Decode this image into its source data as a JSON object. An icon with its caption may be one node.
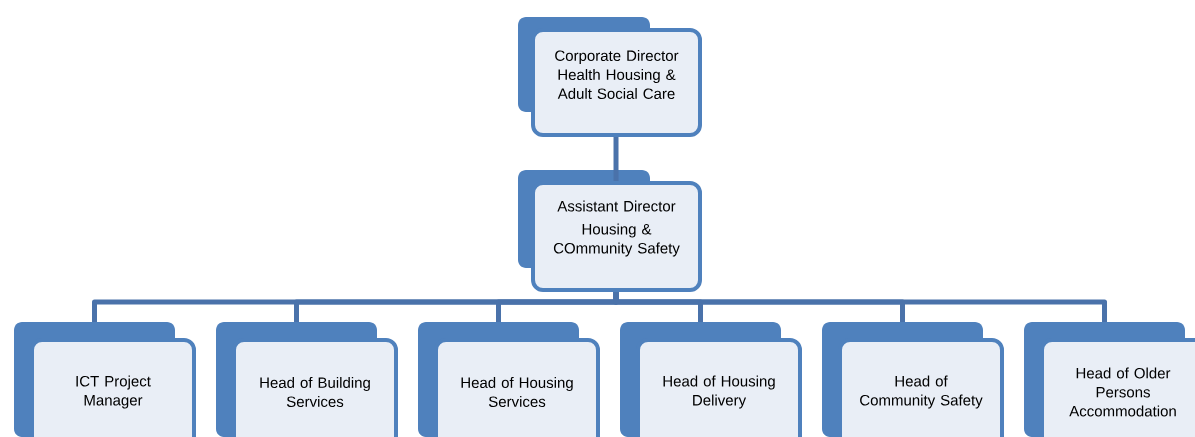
{
  "diagram": {
    "nodes": [
      {
        "text": [
          "Corporate Director Health Housing & Adult Social Care"
        ]
      },
      {
        "text": [
          "Assistant Director",
          "Housing & COmmunity Safety"
        ]
      },
      {
        "text": [
          "ICT Project Manager"
        ]
      },
      {
        "text": [
          "Head of Building Services"
        ]
      },
      {
        "text": [
          "Head of Housing Services"
        ]
      },
      {
        "text": [
          "Head of Housing Delivery"
        ]
      },
      {
        "text": [
          "Head of Community Safety"
        ]
      },
      {
        "text": [
          "Head of Older Persons Accommodation"
        ]
      }
    ],
    "edges": [
      {
        "from": 0,
        "to": 1,
        "arrow": "none"
      },
      {
        "from": 1,
        "to": 2,
        "arrow": "none"
      },
      {
        "from": 1,
        "to": 3,
        "arrow": "none"
      },
      {
        "from": 1,
        "to": 4,
        "arrow": "none"
      },
      {
        "from": 1,
        "to": 5,
        "arrow": "none"
      },
      {
        "from": 1,
        "to": 6,
        "arrow": "none"
      },
      {
        "from": 1,
        "to": 7,
        "arrow": "none"
      }
    ]
  }
}
